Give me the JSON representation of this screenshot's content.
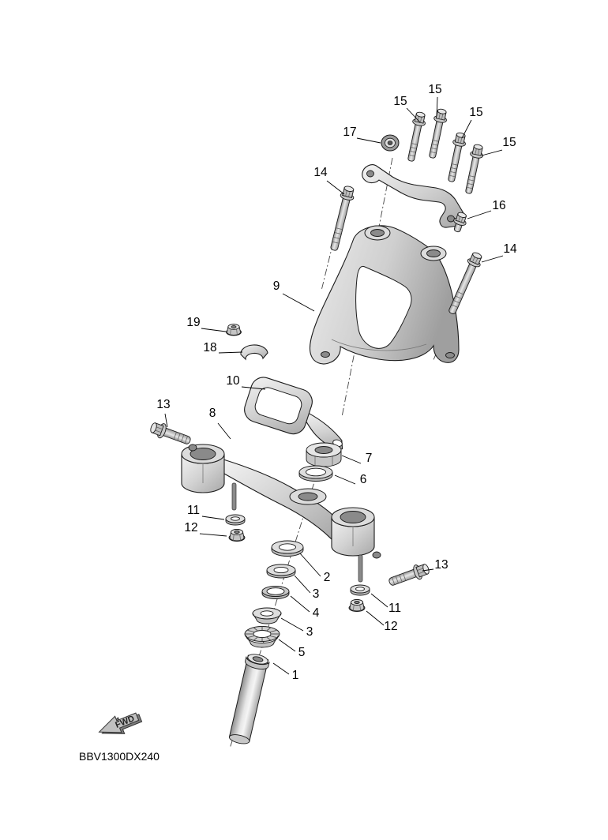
{
  "diagram": {
    "code": "BBV1300DX240",
    "fwd_label": "FWD",
    "colors": {
      "background": "#ffffff",
      "line": "#1b1b1b"
    },
    "callouts": [
      {
        "label": "15"
      },
      {
        "label": "15"
      },
      {
        "label": "15"
      },
      {
        "label": "15"
      },
      {
        "label": "17"
      },
      {
        "label": "14"
      },
      {
        "label": "16"
      },
      {
        "label": "14"
      },
      {
        "label": "9"
      },
      {
        "label": "19"
      },
      {
        "label": "18"
      },
      {
        "label": "10"
      },
      {
        "label": "13"
      },
      {
        "label": "8"
      },
      {
        "label": "7"
      },
      {
        "label": "6"
      },
      {
        "label": "11"
      },
      {
        "label": "12"
      },
      {
        "label": "2"
      },
      {
        "label": "3"
      },
      {
        "label": "13"
      },
      {
        "label": "4"
      },
      {
        "label": "11"
      },
      {
        "label": "3"
      },
      {
        "label": "12"
      },
      {
        "label": "5"
      },
      {
        "label": "1"
      }
    ]
  }
}
